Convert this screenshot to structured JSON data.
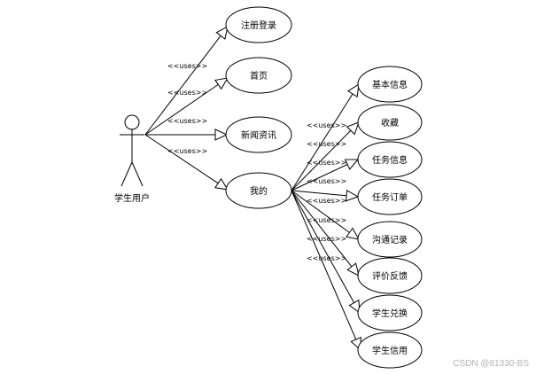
{
  "actor": {
    "name": "学生用户"
  },
  "use_cases_left": [
    {
      "id": "register-login",
      "label": "注册登录"
    },
    {
      "id": "home",
      "label": "首页"
    },
    {
      "id": "news",
      "label": "新闻资讯"
    },
    {
      "id": "mine",
      "label": "我的"
    }
  ],
  "use_cases_right": [
    {
      "id": "basic-info",
      "label": "基本信息"
    },
    {
      "id": "favorites",
      "label": "收藏"
    },
    {
      "id": "task-info",
      "label": "任务信息"
    },
    {
      "id": "task-orders",
      "label": "任务订单"
    },
    {
      "id": "communication-records",
      "label": "沟通记录"
    },
    {
      "id": "feedback",
      "label": "评价反馈"
    },
    {
      "id": "student-redeem",
      "label": "学生兑换"
    },
    {
      "id": "student-credit",
      "label": "学生信用"
    }
  ],
  "relation_label": "<<uses>>",
  "watermark": "CSDN @81330-BS"
}
